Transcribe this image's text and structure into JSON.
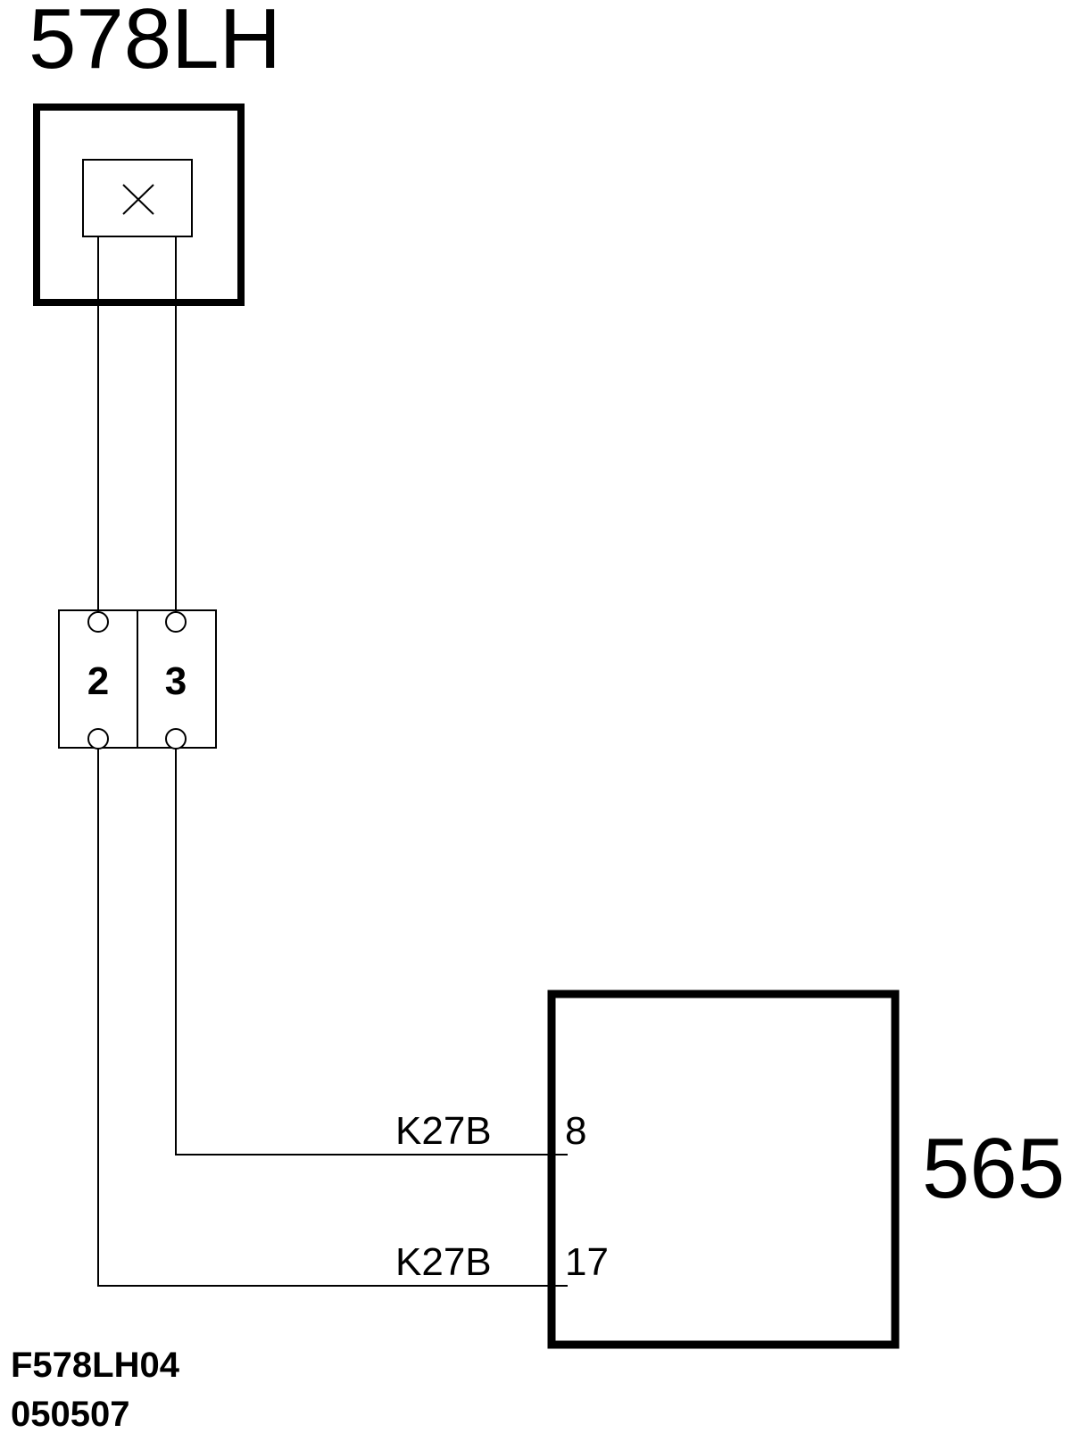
{
  "component_top": {
    "label": "578LH"
  },
  "connector": {
    "pins": [
      "2",
      "3"
    ]
  },
  "component_bottom": {
    "label": "565",
    "pins": [
      "8",
      "17"
    ]
  },
  "wires": [
    {
      "code": "K27B",
      "from_connector_pin": "3",
      "to_pin": "8"
    },
    {
      "code": "K27B",
      "from_connector_pin": "2",
      "to_pin": "17"
    }
  ],
  "footer": {
    "drawing_code": "F578LH04",
    "date": "050507"
  },
  "colors": {
    "line": "#000000",
    "background": "#ffffff"
  }
}
